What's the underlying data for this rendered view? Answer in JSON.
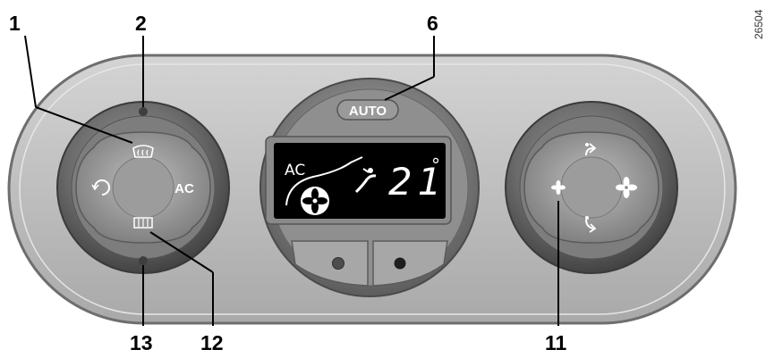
{
  "figure_id": "26504",
  "callouts": {
    "c1": "1",
    "c2": "2",
    "c6": "6",
    "c11": "11",
    "c12": "12",
    "c13": "13"
  },
  "left_control": {
    "ac_label": "AC"
  },
  "center_control": {
    "auto_label": "AUTO",
    "display": {
      "ac_label": "AC",
      "temperature": "21",
      "unit": "°"
    }
  },
  "colors": {
    "panel": "#bdbdbd",
    "panel_edge": "#6e6e6e",
    "knob_dark": "#555555",
    "knob_light": "#b8b8b8",
    "lcd": "#000000"
  },
  "icons": [
    "defrost-windscreen-icon",
    "recirculation-icon",
    "rear-demist-icon",
    "fan-icon",
    "air-distribution-up-icon",
    "air-distribution-down-icon",
    "fan-small-icon",
    "fan-large-icon"
  ]
}
